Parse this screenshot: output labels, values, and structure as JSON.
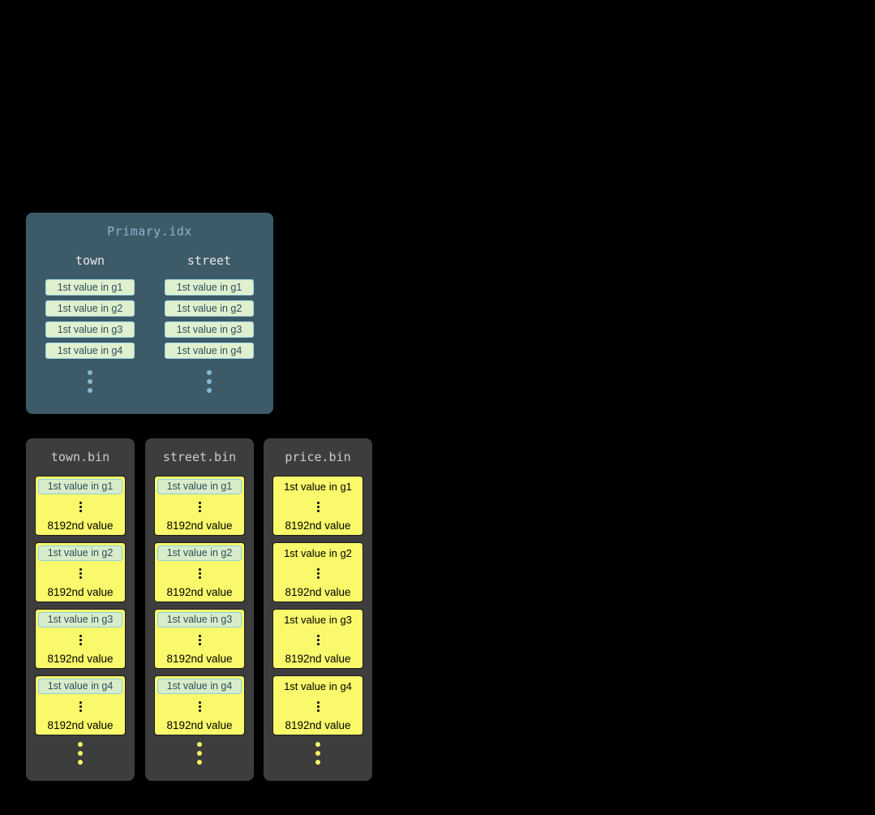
{
  "colors": {
    "background": "#000000",
    "primary_box": "#3d5a68",
    "primary_title_text": "#8bb5cf",
    "primary_header_text": "#e8e8e8",
    "index_chip_fill": "#dff0cf",
    "index_chip_border": "#a4d8e2",
    "index_chip_text": "#2f4f5a",
    "blue_dot": "#85b8d6",
    "bin_box": "#3d3d3d",
    "bin_title_text": "#cccccc",
    "granule_fill": "#f9f96b",
    "granule_text": "#000000",
    "yellow_dot": "#f5f566"
  },
  "primary_index": {
    "title": "Primary.idx",
    "columns": [
      {
        "name": "town",
        "values": [
          "1st value in g1",
          "1st value in g2",
          "1st value in g3",
          "1st value in g4"
        ]
      },
      {
        "name": "street",
        "values": [
          "1st value in g1",
          "1st value in g2",
          "1st value in g3",
          "1st value in g4"
        ]
      }
    ]
  },
  "bin_files": [
    {
      "title": "town.bin",
      "granules": [
        {
          "first": "1st value in g1",
          "last": "8192nd value"
        },
        {
          "first": "1st value in g2",
          "last": "8192nd value"
        },
        {
          "first": "1st value in g3",
          "last": "8192nd value"
        },
        {
          "first": "1st value in g4",
          "last": "8192nd value"
        }
      ]
    },
    {
      "title": "street.bin",
      "granules": [
        {
          "first": "1st value in g1",
          "last": "8192nd value"
        },
        {
          "first": "1st value in g2",
          "last": "8192nd value"
        },
        {
          "first": "1st value in g3",
          "last": "8192nd value"
        },
        {
          "first": "1st value in g4",
          "last": "8192nd value"
        }
      ]
    },
    {
      "title": "price.bin",
      "granules": [
        {
          "first": "1st value in g1",
          "last": "8192nd value"
        },
        {
          "first": "1st value in g2",
          "last": "8192nd value"
        },
        {
          "first": "1st value in g3",
          "last": "8192nd value"
        },
        {
          "first": "1st value in g4",
          "last": "8192nd value"
        }
      ]
    }
  ]
}
